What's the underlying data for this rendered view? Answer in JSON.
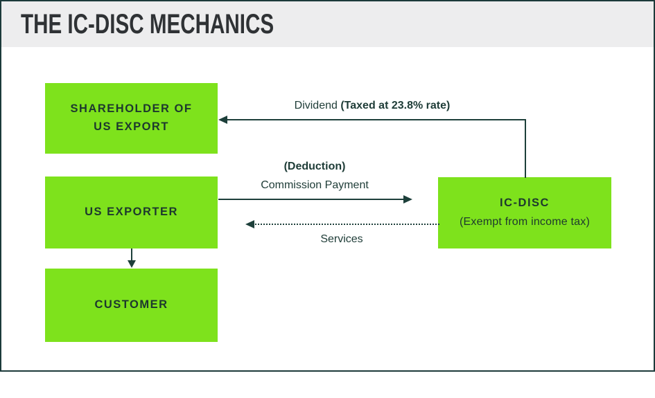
{
  "header": {
    "title": "THE IC-DISC MECHANICS"
  },
  "boxes": {
    "shareholder": {
      "line1": "SHAREHOLDER OF",
      "line2": "US EXPORT"
    },
    "us_exporter": {
      "label": "US EXPORTER"
    },
    "customer": {
      "label": "CUSTOMER"
    },
    "ic_disc": {
      "title": "IC-DISC",
      "subtitle": "(Exempt from income tax)"
    }
  },
  "flows": {
    "dividend": {
      "normal": "Dividend ",
      "bold": "(Taxed at 23.8% rate)"
    },
    "commission": {
      "bold": "(Deduction)",
      "label": "Commission Payment"
    },
    "services": {
      "label": "Services"
    }
  },
  "colors": {
    "box_green": "#7ee21c",
    "arrow": "#1d3f3a",
    "box_text": "#1d382e",
    "label_text": "#1e3c37",
    "header_bg": "#ededee",
    "title_text": "#2f3235",
    "frame_border": "#1c3a3a"
  }
}
